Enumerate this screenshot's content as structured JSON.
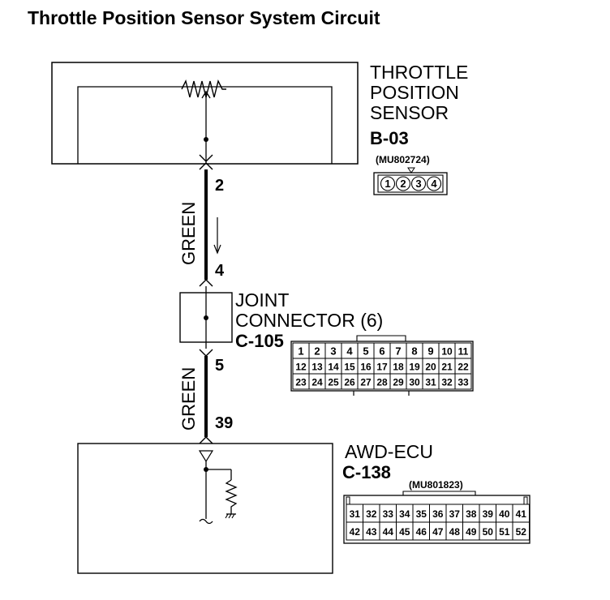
{
  "title": "Throttle Position Sensor System Circuit",
  "sensor": {
    "name_lines": [
      "THROTTLE",
      "POSITION",
      "SENSOR"
    ],
    "code": "B-03",
    "part_number": "(MU802724)",
    "pins": [
      "1",
      "2",
      "3",
      "4"
    ]
  },
  "wire_upper": {
    "color": "GREEN",
    "pin_top": "2",
    "pin_bottom": "4"
  },
  "joint": {
    "name_lines": [
      "JOINT",
      "CONNECTOR (6)"
    ],
    "code": "C-105",
    "pins_row1": [
      "1",
      "2",
      "3",
      "4",
      "5",
      "6",
      "7",
      "8",
      "9",
      "10",
      "11"
    ],
    "pins_row2": [
      "12",
      "13",
      "14",
      "15",
      "16",
      "17",
      "18",
      "19",
      "20",
      "21",
      "22"
    ],
    "pins_row3": [
      "23",
      "24",
      "25",
      "26",
      "27",
      "28",
      "29",
      "30",
      "31",
      "32",
      "33"
    ]
  },
  "wire_lower": {
    "color": "GREEN",
    "pin_top": "5",
    "pin_bottom": "39"
  },
  "ecu": {
    "name": "AWD-ECU",
    "code": "C-138",
    "part_number": "(MU801823)",
    "pins_row1": [
      "31",
      "32",
      "33",
      "34",
      "35",
      "36",
      "37",
      "38",
      "39",
      "40",
      "41"
    ],
    "pins_row2": [
      "42",
      "43",
      "44",
      "45",
      "46",
      "47",
      "48",
      "49",
      "50",
      "51",
      "52"
    ]
  }
}
